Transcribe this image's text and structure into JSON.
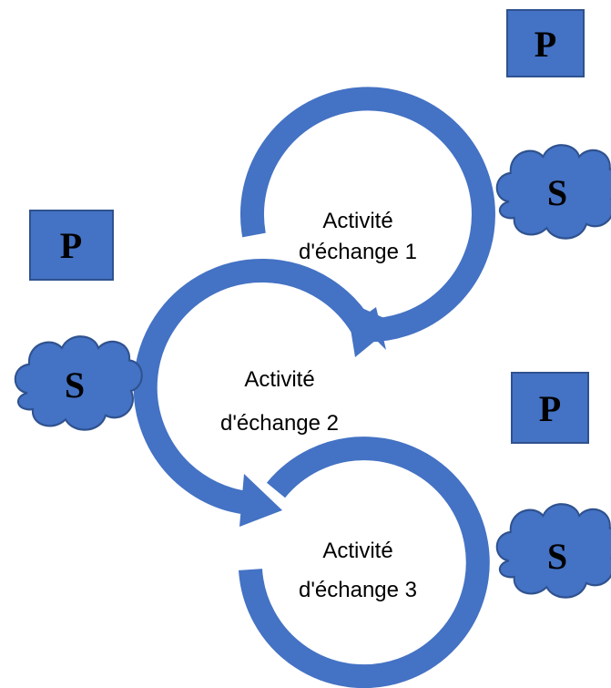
{
  "colors": {
    "arrow": "#4472C4",
    "box_fill": "#4472C4",
    "box_stroke": "#2F528F",
    "cloud_fill": "#4472C4",
    "cloud_stroke": "#2F528F"
  },
  "activities": [
    {
      "line1": "Activité",
      "line2": "d'échange 1"
    },
    {
      "line1": "Activité",
      "line2": "d'échange 2"
    },
    {
      "line1": "Activité",
      "line2": "d'échange 3"
    }
  ],
  "markers": {
    "box_letter": "P",
    "cloud_letter": "S"
  }
}
